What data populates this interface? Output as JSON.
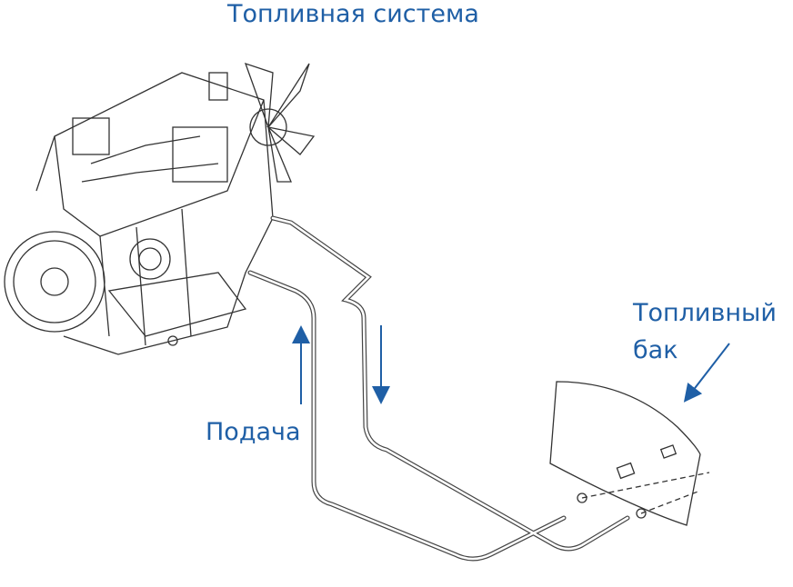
{
  "title": "Топливная система",
  "labels": {
    "supply": "Подача",
    "tank_line1": "Топливный",
    "tank_line2": "бак"
  },
  "colors": {
    "accent": "#1f5fa6",
    "drawing": "#333333"
  }
}
